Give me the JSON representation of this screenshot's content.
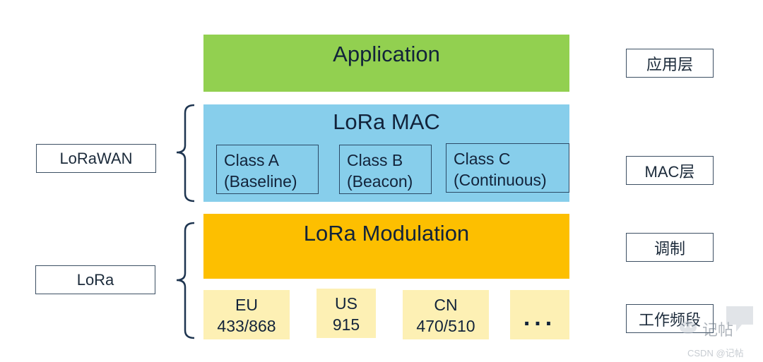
{
  "layers": {
    "application": "Application",
    "mac": "LoRa MAC",
    "modulation": "LoRa Modulation"
  },
  "classes": [
    {
      "line1": "Class A",
      "line2": "(Baseline)"
    },
    {
      "line1": "Class B",
      "line2": "(Beacon)"
    },
    {
      "line1": "Class C",
      "line2": "(Continuous)"
    }
  ],
  "bands": [
    {
      "line1": "EU",
      "line2": "433/868"
    },
    {
      "line1": "US",
      "line2": "915"
    },
    {
      "line1": "CN",
      "line2": "470/510"
    },
    {
      "line1": "...",
      "line2": ""
    }
  ],
  "left_labels": {
    "lorawan": "LoRaWAN",
    "lora": "LoRa"
  },
  "right_labels": {
    "app": "应用层",
    "mac": "MAC层",
    "modulation": "调制",
    "bands": "工作频段"
  },
  "watermark": {
    "logo_text": "记帖",
    "credit": "CSDN @记帖"
  },
  "colors": {
    "application": "#92d050",
    "mac": "#87ceeb",
    "modulation": "#fdbf00",
    "band": "#fdf0b4"
  }
}
